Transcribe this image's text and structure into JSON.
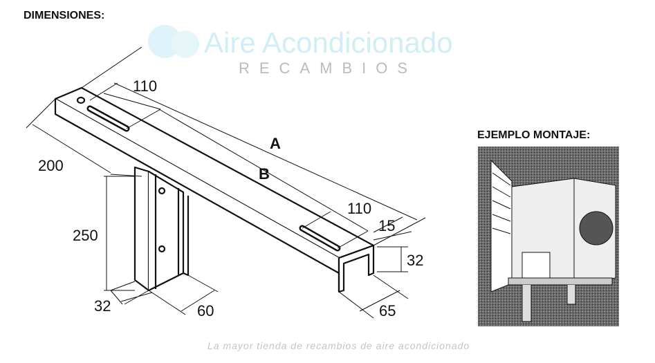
{
  "headings": {
    "dimensions": "DIMENSIONES:",
    "mounting_example": "EJEMPLO MONTAJE:"
  },
  "labels": {
    "a": "A",
    "b": "B"
  },
  "dimensions": {
    "slot_top": "110",
    "slot_bottom": "110",
    "width": "200",
    "post_height": "250",
    "post_width": "32",
    "post_depth": "60",
    "end_offset": "15",
    "channel_height": "32",
    "channel_width": "65"
  },
  "watermark": {
    "brand": "Aire Acondicionado",
    "sub": "RECAMBIOS",
    "tagline": "La mayor tienda de recambios de aire acondicionado"
  }
}
